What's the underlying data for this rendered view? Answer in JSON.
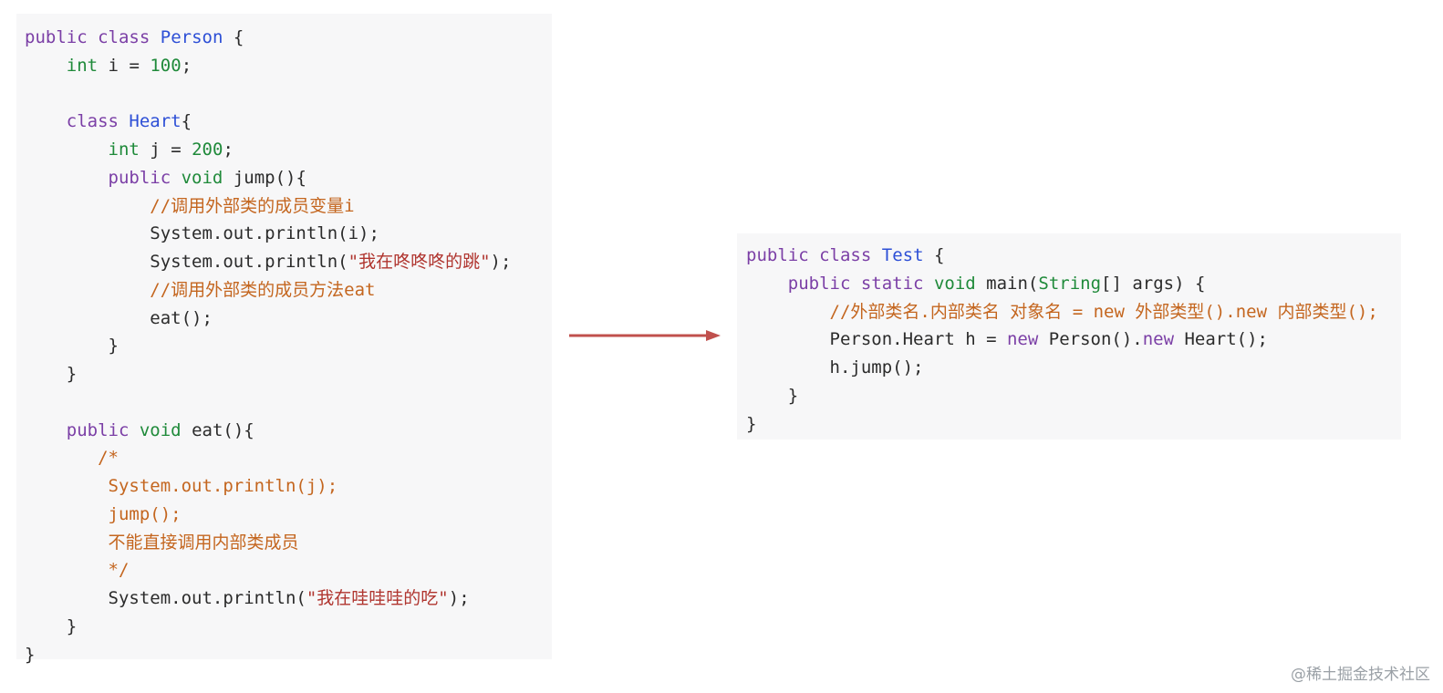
{
  "left_code": {
    "l1": [
      "public",
      "class",
      "Person",
      "{"
    ],
    "l2": [
      "int",
      "i",
      "=",
      "100",
      ";"
    ],
    "l3": [
      "class",
      "Heart",
      "{"
    ],
    "l4": [
      "int",
      "j",
      "=",
      "200",
      ";"
    ],
    "l5": [
      "public",
      "void",
      "jump(){"
    ],
    "l6": "//调用外部类的成员变量i",
    "l7": "System.out.println(i);",
    "l8": [
      "System.out.println(",
      "\"我在咚咚咚的跳\"",
      ");"
    ],
    "l9": "//调用外部类的成员方法eat",
    "l10": "eat();",
    "l11": "}",
    "l12": "}",
    "l13": [
      "public",
      "void",
      "eat(){"
    ],
    "l14": "/*",
    "l15": "System.out.println(j);",
    "l16": "jump();",
    "l17": "不能直接调用内部类成员",
    "l18": "*/",
    "l19": [
      "System.out.println(",
      "\"我在哇哇哇的吃\"",
      ");"
    ],
    "l20": "}",
    "l21": "}"
  },
  "right_code": {
    "r1": [
      "public",
      "class",
      "Test",
      "{"
    ],
    "r2": [
      "public",
      "static",
      "void",
      "main(",
      "String",
      "[] args) {"
    ],
    "r3": [
      "//外部类名.内部类名 对象名 = ",
      "new",
      " 外部类型().",
      "new",
      " 内部类型();"
    ],
    "r4": [
      "Person.Heart h = ",
      "new",
      " Person().",
      "new",
      " Heart();"
    ],
    "r5": "h.jump();",
    "r6": "}",
    "r7": "}"
  },
  "arrow_color": "#c0504d",
  "watermark": "@稀土掘金技术社区"
}
